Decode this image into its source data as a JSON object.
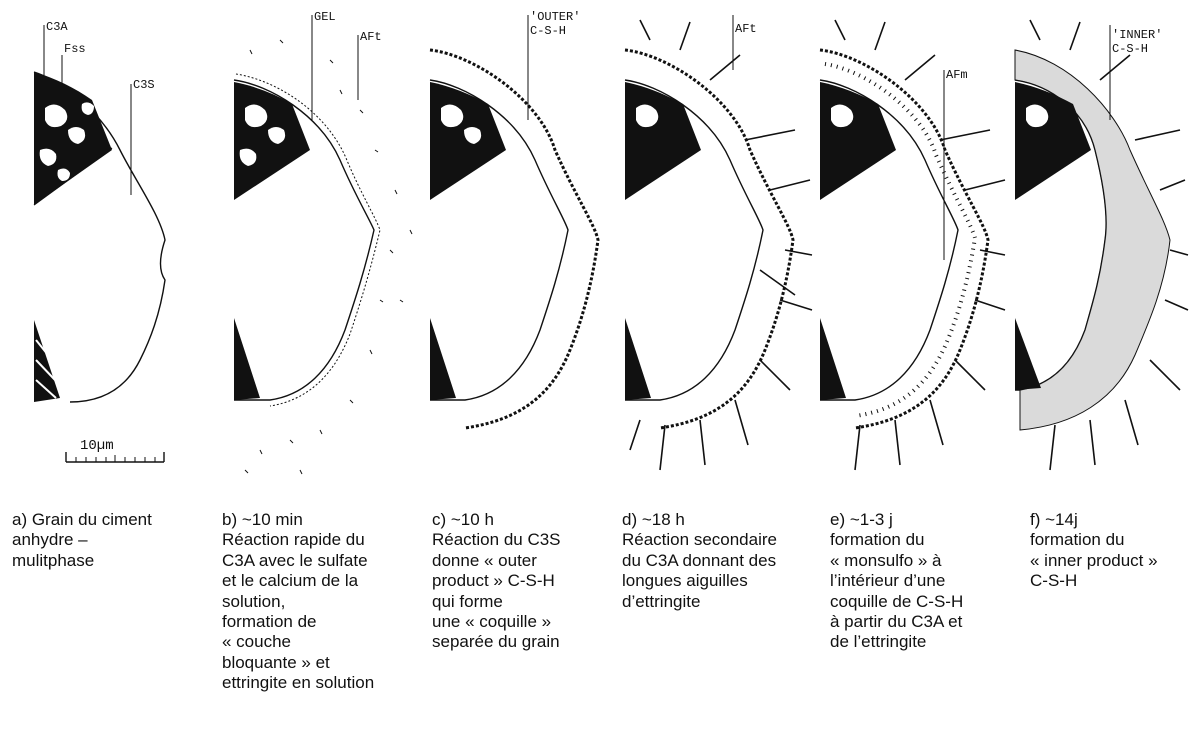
{
  "scale_bar": {
    "label": "10µm"
  },
  "panels": [
    {
      "id": "a",
      "labels": [
        "C3A",
        "Fss",
        "C3S"
      ],
      "caption": [
        "a) Grain du ciment",
        "anhydre –",
        "mulitphase"
      ]
    },
    {
      "id": "b",
      "labels": [
        "GEL",
        "AFt"
      ],
      "caption": [
        "b) ~10 min",
        "Réaction rapide du",
        "C3A avec le sulfate",
        "et le calcium de la",
        "solution,",
        "formation de",
        "« couche",
        "bloquante » et",
        "ettringite en solution"
      ]
    },
    {
      "id": "c",
      "labels": [
        "'OUTER'",
        "C-S-H"
      ],
      "caption": [
        "c) ~10 h",
        "Réaction du C3S",
        "donne « outer",
        "product » C-S-H",
        "qui forme",
        "une  « coquille »",
        "separée du grain"
      ]
    },
    {
      "id": "d",
      "labels": [
        "AFt"
      ],
      "caption": [
        "d) ~18 h",
        "Réaction secondaire",
        "du C3A donnant des",
        "longues aiguilles",
        "d’ettringite"
      ]
    },
    {
      "id": "e",
      "labels": [
        "AFm"
      ],
      "caption": [
        "e) ~1-3 j",
        "formation du",
        "« monsulfo » à",
        "l’intérieur d’une",
        "coquille de C-S-H",
        "à partir du C3A et",
        "de l’ettringite"
      ]
    },
    {
      "id": "f",
      "labels": [
        "'INNER'",
        "C-S-H"
      ],
      "caption": [
        "f) ~14j",
        "formation du",
        "« inner product »",
        "C-S-H"
      ]
    }
  ]
}
